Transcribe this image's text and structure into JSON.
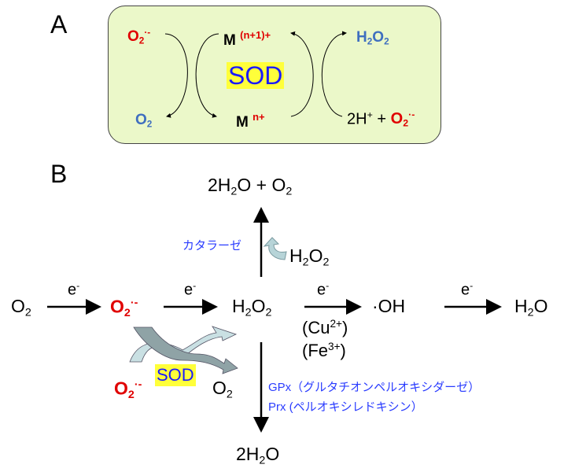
{
  "panel_a": {
    "label": "A",
    "o2_radical_in": {
      "base": "O",
      "sub": "2",
      "sup": "·-"
    },
    "metal_oxidized": {
      "base": "M",
      "sup": "(n+1)+"
    },
    "h2o2": {
      "p1": "H",
      "s1": "2",
      "p2": "O",
      "s2": "2"
    },
    "enzyme": "SOD",
    "o2_out": {
      "base": "O",
      "sub": "2"
    },
    "metal_reduced": {
      "base": "M",
      "sup": "n+"
    },
    "protons": {
      "text": "2H",
      "sup": "+",
      "plus": " + "
    },
    "o2_radical_in2": {
      "base": "O",
      "sub": "2",
      "sup": "·-"
    }
  },
  "panel_b": {
    "label": "B",
    "top_product": {
      "p1": "2H",
      "s1": "2",
      "p2": "O + O",
      "s2": "2"
    },
    "catalase": "カタラーゼ",
    "catalase_substrate": {
      "p1": "H",
      "s1": "2",
      "p2": "O",
      "s2": "2"
    },
    "chain": {
      "o2": {
        "base": "O",
        "sub": "2"
      },
      "superoxide": {
        "base": "O",
        "sub": "2",
        "sup": "·-"
      },
      "h2o2": {
        "p1": "H",
        "s1": "2",
        "p2": "O",
        "s2": "2"
      },
      "hydroxyl": "·OH",
      "water": {
        "p1": "H",
        "s1": "2",
        "p2": "O"
      },
      "electron": {
        "base": "e",
        "sup": "-"
      }
    },
    "cu": {
      "open": "(Cu",
      "sup": "2+",
      "close": ")"
    },
    "fe": {
      "open": "(Fe",
      "sup": "3+",
      "close": ")"
    },
    "sod": "SOD",
    "sod_substrate": {
      "base": "O",
      "sub": "2",
      "sup": "·-"
    },
    "sod_product": {
      "base": "O",
      "sub": "2"
    },
    "gpx": "GPx（グルタチオンペルオキシダーゼ）",
    "prx": "Prx (ペルオキシレドキシン）",
    "bottom_product": {
      "p1": "2H",
      "s1": "2",
      "p2": "O"
    }
  },
  "colors": {
    "red": "#e00000",
    "blue_text": "#3f6fbf",
    "enzyme_blue": "#2a3cff",
    "highlight": "#ffff3a",
    "panel_bg": "#ebf8c9"
  }
}
